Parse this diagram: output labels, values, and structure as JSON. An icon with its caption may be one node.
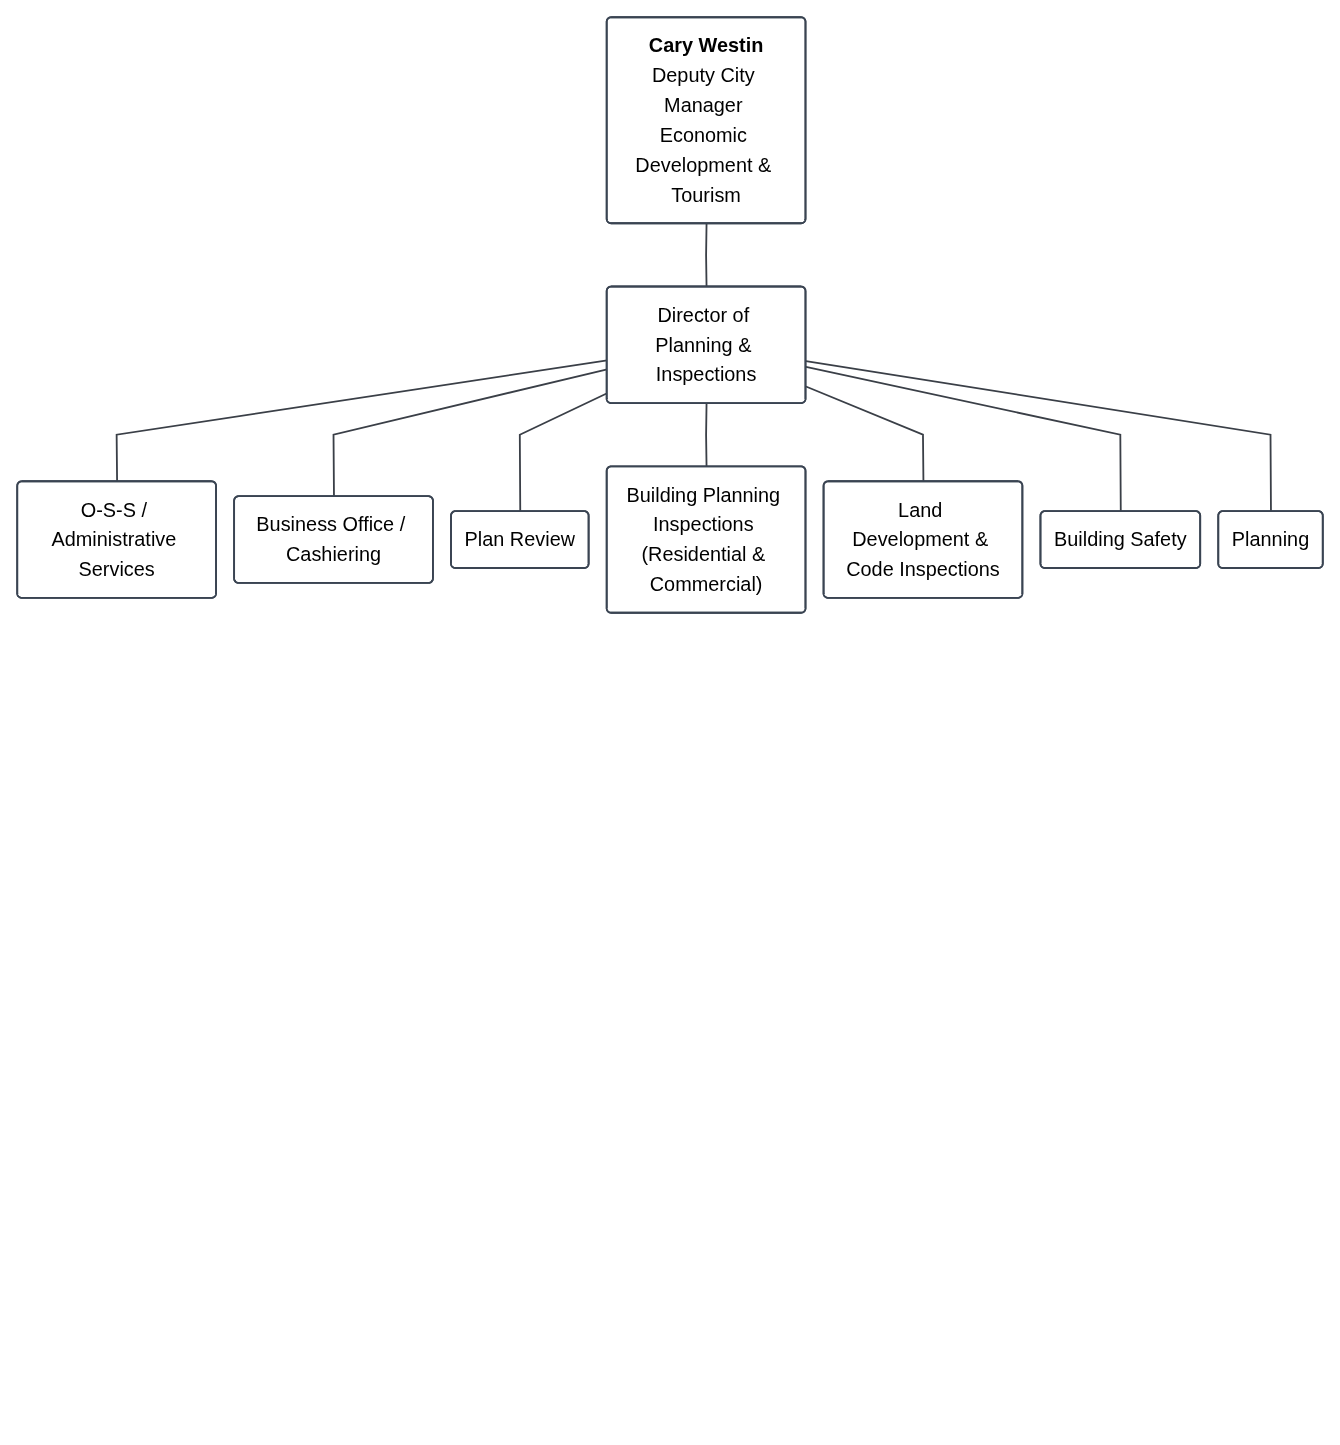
{
  "diagram": {
    "nodes": [
      {
        "text": [
          "Cary Westin",
          "Deputy City Manager Economic Development & Tourism"
        ]
      },
      {
        "text": [
          "Director of Planning & Inspections"
        ]
      },
      {
        "text": [
          "O-S-S / Administrative Services"
        ]
      },
      {
        "text": [
          "Business Office / Cashiering"
        ]
      },
      {
        "text": [
          "Plan Review"
        ]
      },
      {
        "text": [
          "Building Planning Inspections (Residential & Commercial)"
        ]
      },
      {
        "text": [
          "Land Development & Code Inspections"
        ]
      },
      {
        "text": [
          "Building Safety"
        ]
      },
      {
        "text": [
          "Planning"
        ]
      }
    ],
    "edges": [
      {
        "from": 0,
        "to": 1,
        "arrow": "none"
      },
      {
        "from": 1,
        "to": 2,
        "arrow": "none"
      },
      {
        "from": 1,
        "to": 3,
        "arrow": "none"
      },
      {
        "from": 1,
        "to": 4,
        "arrow": "none"
      },
      {
        "from": 1,
        "to": 5,
        "arrow": "none"
      },
      {
        "from": 1,
        "to": 6,
        "arrow": "none"
      },
      {
        "from": 1,
        "to": 7,
        "arrow": "none"
      },
      {
        "from": 1,
        "to": 8,
        "arrow": "none"
      }
    ]
  }
}
